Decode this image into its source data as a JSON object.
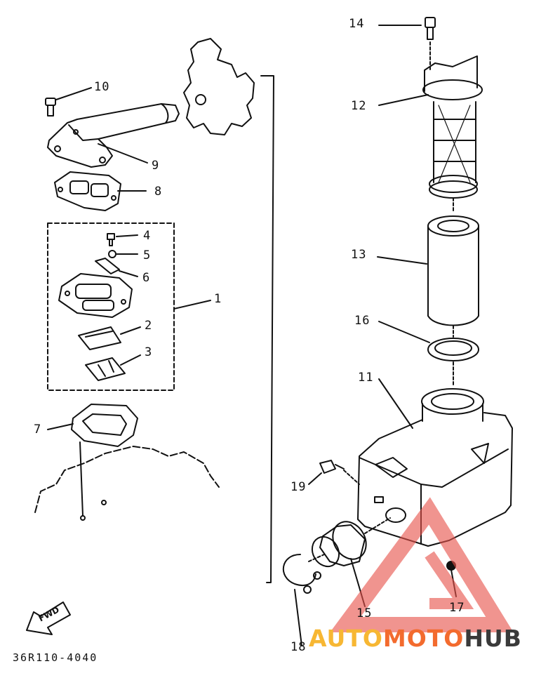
{
  "diagram": {
    "part_labels": [
      "1",
      "2",
      "3",
      "4",
      "5",
      "6",
      "7",
      "8",
      "9",
      "10",
      "11",
      "12",
      "13",
      "14",
      "15",
      "16",
      "17",
      "18",
      "19"
    ],
    "drawing_code": "36R110-4040",
    "fwd_label": "FWD"
  },
  "watermark": {
    "part1": "AUTO",
    "part2": "MOTO",
    "part3": "HUB",
    "colors": {
      "auto": "#f7b733",
      "moto": "#f36b2e",
      "hub": "#3a3a3a",
      "triangle": "#e8534b"
    }
  }
}
